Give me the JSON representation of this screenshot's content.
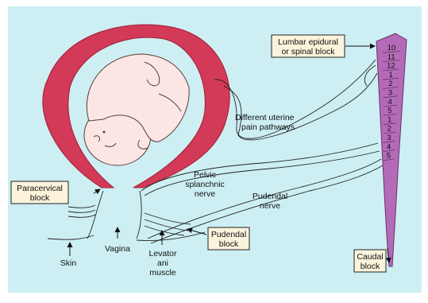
{
  "colors": {
    "background": "#ffffff",
    "panel": "#cdeff3",
    "uterus": "#d33a57",
    "fetus": "#fbe6e3",
    "spinal_cord": "#b36bb7",
    "box_fill": "#fbf3dc"
  },
  "labels": {
    "lumbar_block": [
      "Lumbar epidural",
      "or spinal block"
    ],
    "uterine_pathways": [
      "Different uterine",
      "pain pathways"
    ],
    "pelvic_nerve": [
      "Pelvic",
      "splanchnic",
      "nerve"
    ],
    "pudendal_nerve": [
      "Pudendal",
      "nerve"
    ],
    "paracervical_block": [
      "Paracervical",
      "block"
    ],
    "pudendal_block": [
      "Pudendal",
      "block"
    ],
    "caudal_block": [
      "Caudal",
      "block"
    ],
    "skin": "Skin",
    "vagina": "Vagina",
    "levator": [
      "Levator",
      "ani",
      "muscle"
    ]
  },
  "spine_segments": [
    "10",
    "11",
    "12",
    "1",
    "2",
    "3",
    "4",
    "5",
    "1",
    "2",
    "3",
    "4",
    "5"
  ]
}
